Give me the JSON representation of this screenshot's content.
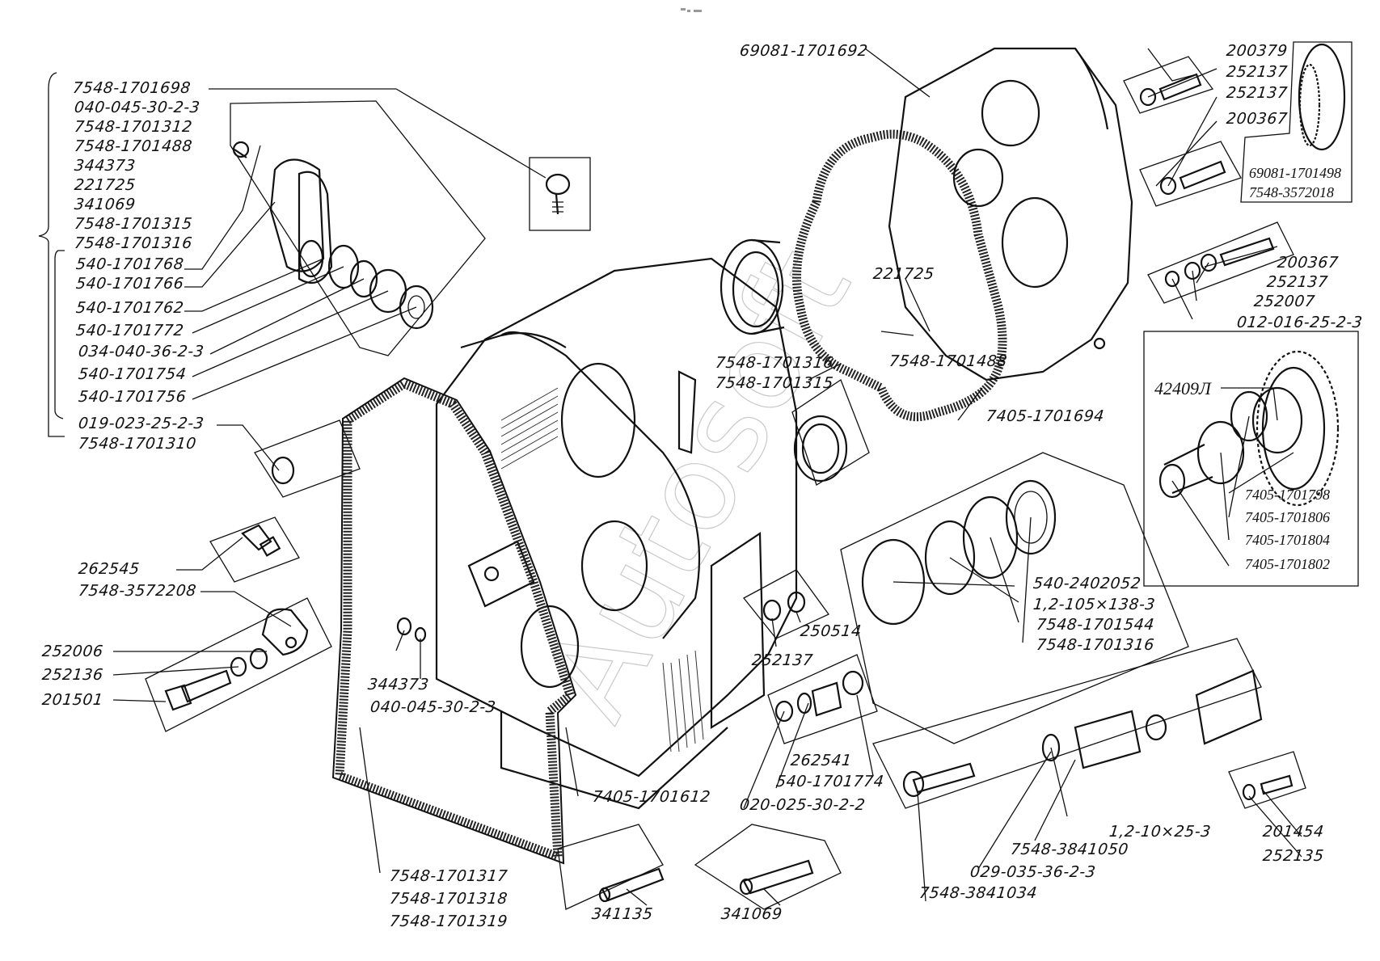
{
  "diagram": {
    "type": "exploded-parts-diagram",
    "subject": "gearbox housing assembly"
  },
  "header_mark": "▄ ▄▄▄",
  "watermark": "Autosoft",
  "left_bracket_group": {
    "outer": [
      "7548-1701698",
      "040-045-30-2-3",
      "7548-1701312",
      "7548-1701488",
      "344373",
      "221725",
      "341069",
      "7548-1701315",
      "7548-1701316",
      "7548-1701310"
    ],
    "inner": [
      "540-1701768",
      "540-1701766",
      "540-1701762",
      "540-1701772",
      "034-040-36-2-3",
      "540-1701754",
      "540-1701756",
      "019-023-25-2-3"
    ]
  },
  "labels": {
    "l7548_1701698": "7548-1701698",
    "l040_045_30_2_3_top": "040-045-30-2-3",
    "l7548_1701312": "7548-1701312",
    "l7548_1701488_left": "7548-1701488",
    "l344373_left": "344373",
    "l221725_left": "221725",
    "l341069_left": "341069",
    "l7548_1701315_left": "7548-1701315",
    "l7548_1701316_left": "7548-1701316",
    "l540_1701768": "540-1701768",
    "l540_1701766": "540-1701766",
    "l540_1701762": "540-1701762",
    "l540_1701772": "540-1701772",
    "l034_040_36_2_3": "034-040-36-2-3",
    "l540_1701754": "540-1701754",
    "l540_1701756": "540-1701756",
    "l019_023_25_2_3": "019-023-25-2-3",
    "l7548_1701310": "7548-1701310",
    "l262545": "262545",
    "l7548_3572208": "7548-3572208",
    "l252006": "252006",
    "l252136": "252136",
    "l201501": "201501",
    "l344373_mid": "344373",
    "l040_045_30_2_3_mid": "040-045-30-2-3",
    "l7548_1701317": "7548-1701317",
    "l7548_1701318": "7548-1701318",
    "l7548_1701319": "7548-1701319",
    "l7405_1701612": "7405-1701612",
    "l341135": "341135",
    "l341069_bottom": "341069",
    "l020_025_30_2_2": "020-025-30-2-2",
    "l540_1701774": "540-1701774",
    "l262541": "262541",
    "l252137_mid": "252137",
    "l250514": "250514",
    "l69081_1701692": "69081-1701692",
    "l7548_1701316_mid": "7548-1701316",
    "l7548_1701315_mid": "7548-1701315",
    "l221725_mid": "221725",
    "l7548_1701488_mid": "7548-1701488",
    "l7405_1701694": "7405-1701694",
    "l540_2402052": "540-2402052",
    "l1_2_105x138_3": "1,2-105×138-3",
    "l7548_1701544": "7548-1701544",
    "l7548_1701316_right": "7548-1701316",
    "l200379": "200379",
    "l252137_a": "252137",
    "l252137_b": "252137",
    "l200367_top": "200367",
    "l69081_1701498": "69081-1701498",
    "l7548_3572018": "7548-3572018",
    "l200367_mid": "200367",
    "l252137_c": "252137",
    "l252007": "252007",
    "l012_016_25_2_3": "012-016-25-2-3",
    "l42409L": "42409Л",
    "l7405_1701798": "7405-1701798",
    "l7405_1701806": "7405-1701806",
    "l7405_1701804": "7405-1701804",
    "l7405_1701802": "7405-1701802",
    "l1_2_10x25_3": "1,2-10×25-3",
    "l7548_3841050": "7548-3841050",
    "l029_035_36_2_3": "029-035-36-2-3",
    "l7548_3841034": "7548-3841034",
    "l201454": "201454",
    "l252135": "252135"
  }
}
